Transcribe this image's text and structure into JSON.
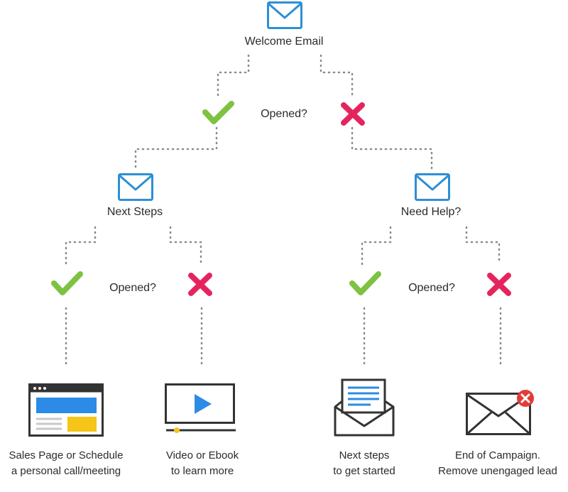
{
  "diagram": {
    "root": {
      "label": "Welcome Email",
      "icon": "email-envelope-icon"
    },
    "question_label": "Opened?",
    "left_branch": {
      "label": "Next Steps",
      "icon": "email-envelope-icon"
    },
    "right_branch": {
      "label": "Need Help?",
      "icon": "email-envelope-icon"
    },
    "outcomes": [
      {
        "line1": "Sales Page or Schedule",
        "line2": "a personal call/meeting",
        "icon": "browser-window-icon"
      },
      {
        "line1": "Video or Ebook",
        "line2": "to learn more",
        "icon": "video-player-icon"
      },
      {
        "line1": "Next steps",
        "line2": "to get started",
        "icon": "open-envelope-letter-icon"
      },
      {
        "line1": "End of Campaign.",
        "line2": "Remove unengaged lead",
        "icon": "envelope-remove-icon"
      }
    ],
    "colors": {
      "email_icon": "#2d8fd5",
      "check": "#7dc242",
      "cross": "#e5245e",
      "line_art": "#333333",
      "blue_fill": "#2b8be6",
      "yellow_fill": "#f5c518",
      "dots": "#8a8a8a"
    }
  }
}
